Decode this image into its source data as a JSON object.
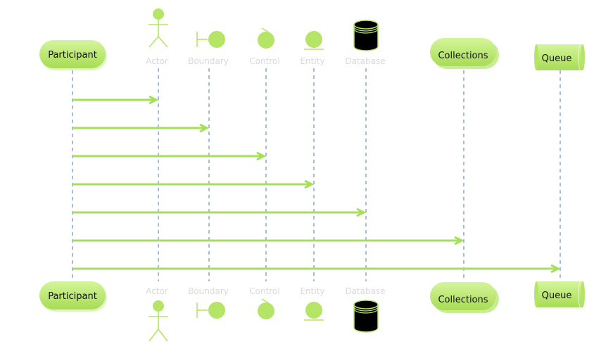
{
  "participants": [
    {
      "id": "participant",
      "label": "Participant",
      "kind": "participant"
    },
    {
      "id": "actor",
      "label": "Actor",
      "kind": "actor"
    },
    {
      "id": "boundary",
      "label": "Boundary",
      "kind": "boundary"
    },
    {
      "id": "control",
      "label": "Control",
      "kind": "control"
    },
    {
      "id": "entity",
      "label": "Entity",
      "kind": "entity"
    },
    {
      "id": "database",
      "label": "Database",
      "kind": "database"
    },
    {
      "id": "collections",
      "label": "Collections",
      "kind": "collections"
    },
    {
      "id": "queue",
      "label": "Queue",
      "kind": "queue"
    }
  ],
  "messages": [
    {
      "from": "participant",
      "to": "actor"
    },
    {
      "from": "participant",
      "to": "boundary"
    },
    {
      "from": "participant",
      "to": "control"
    },
    {
      "from": "participant",
      "to": "entity"
    },
    {
      "from": "participant",
      "to": "database"
    },
    {
      "from": "participant",
      "to": "collections"
    },
    {
      "from": "participant",
      "to": "queue"
    }
  ],
  "colors": {
    "accent": "#b5e567",
    "arrow": "#a6e05a",
    "lifeline": "#4a7fb5",
    "label_faint": "#d9d9d9",
    "database_fill": "#000000"
  }
}
